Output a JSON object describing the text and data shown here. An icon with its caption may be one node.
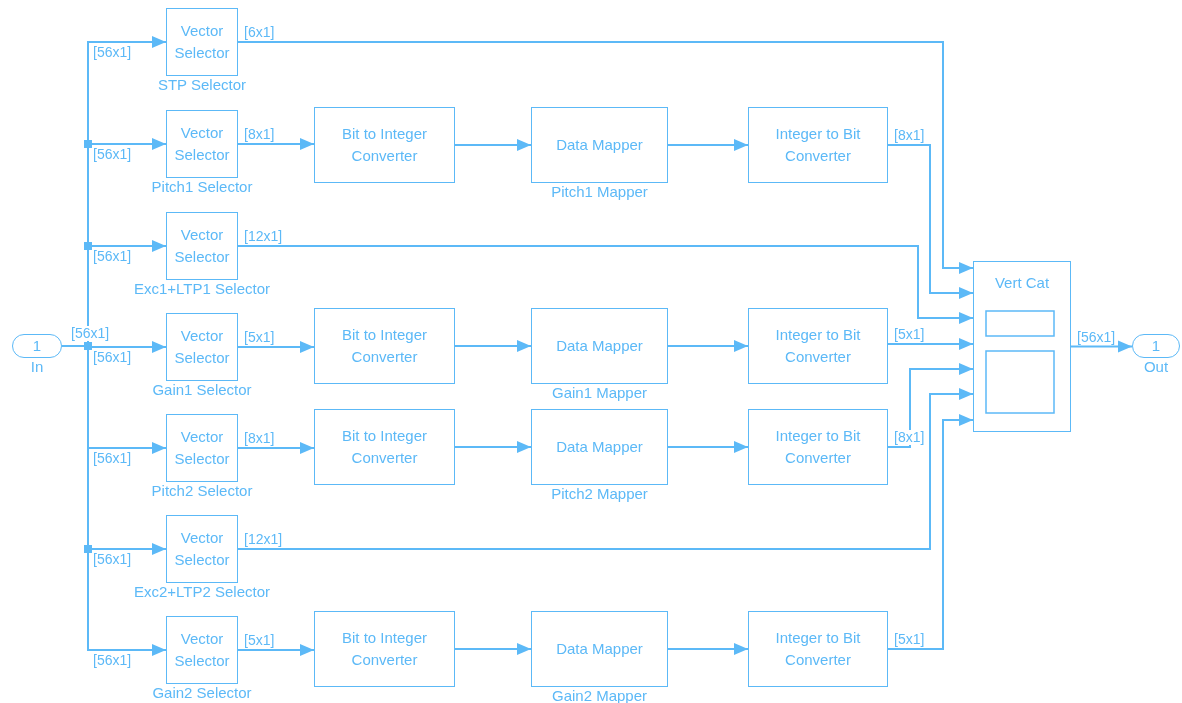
{
  "diagram": {
    "nodes": [
      {
        "text": [
          "1"
        ],
        "beside": [
          "In"
        ]
      },
      {
        "text": [
          "Vector Selector"
        ],
        "beside": [
          "STP Selector"
        ]
      },
      {
        "text": [
          "Vector Selector"
        ],
        "beside": [
          "Pitch1 Selector"
        ]
      },
      {
        "text": [
          "Bit to Integer Converter"
        ]
      },
      {
        "text": [
          "Data Mapper"
        ],
        "beside": [
          "Pitch1 Mapper"
        ]
      },
      {
        "text": [
          "Integer to Bit Converter"
        ]
      },
      {
        "text": [
          "Vector Selector"
        ],
        "beside": [
          "Exc1+LTP1 Selector"
        ]
      },
      {
        "text": [
          "Vector Selector"
        ],
        "beside": [
          "Gain1 Selector"
        ]
      },
      {
        "text": [
          "Bit to Integer Converter"
        ]
      },
      {
        "text": [
          "Data Mapper"
        ],
        "beside": [
          "Gain1 Mapper"
        ]
      },
      {
        "text": [
          "Integer to Bit Converter"
        ]
      },
      {
        "text": [
          "Vector Selector"
        ],
        "beside": [
          "Pitch2 Selector"
        ]
      },
      {
        "text": [
          "Bit to Integer Converter"
        ]
      },
      {
        "text": [
          "Data Mapper"
        ],
        "beside": [
          "Pitch2 Mapper"
        ]
      },
      {
        "text": [
          "Integer to Bit Converter"
        ]
      },
      {
        "text": [
          "Vector Selector"
        ],
        "beside": [
          "Exc2+LTP2 Selector"
        ]
      },
      {
        "text": [
          "Vector Selector"
        ],
        "beside": [
          "Gain2 Selector"
        ]
      },
      {
        "text": [
          "Bit to Integer Converter"
        ]
      },
      {
        "text": [
          "Data Mapper"
        ],
        "beside": [
          "Gain2 Mapper"
        ]
      },
      {
        "text": [
          "Integer to Bit Converter"
        ]
      },
      {
        "text": [
          "Vert Cat"
        ]
      },
      {
        "text": [
          "1"
        ],
        "beside": [
          "Out"
        ]
      }
    ],
    "edges": [
      {
        "from": 0,
        "to": 1,
        "arrow": "to",
        "label": "[56x1]"
      },
      {
        "from": 0,
        "to": 2,
        "arrow": "to",
        "label": "[56x1]"
      },
      {
        "from": 0,
        "to": 6,
        "arrow": "to",
        "label": "[56x1]"
      },
      {
        "from": 0,
        "to": 7,
        "arrow": "to",
        "label": "[56x1]"
      },
      {
        "from": 0,
        "to": 11,
        "arrow": "to",
        "label": "[56x1]"
      },
      {
        "from": 0,
        "to": 15,
        "arrow": "to",
        "label": "[56x1]"
      },
      {
        "from": 0,
        "to": 16,
        "arrow": "to",
        "label": "[56x1]"
      },
      {
        "from": 1,
        "to": 20,
        "arrow": "to",
        "label": "[6x1]"
      },
      {
        "from": 2,
        "to": 3,
        "arrow": "to",
        "label": "[8x1]"
      },
      {
        "from": 3,
        "to": 4,
        "arrow": "to"
      },
      {
        "from": 4,
        "to": 5,
        "arrow": "to"
      },
      {
        "from": 5,
        "to": 20,
        "arrow": "to",
        "label": "[8x1]"
      },
      {
        "from": 6,
        "to": 20,
        "arrow": "to",
        "label": "[12x1]"
      },
      {
        "from": 7,
        "to": 8,
        "arrow": "to",
        "label": "[5x1]"
      },
      {
        "from": 8,
        "to": 9,
        "arrow": "to"
      },
      {
        "from": 9,
        "to": 10,
        "arrow": "to"
      },
      {
        "from": 10,
        "to": 20,
        "arrow": "to",
        "label": "[5x1]"
      },
      {
        "from": 11,
        "to": 12,
        "arrow": "to",
        "label": "[8x1]"
      },
      {
        "from": 12,
        "to": 13,
        "arrow": "to"
      },
      {
        "from": 13,
        "to": 14,
        "arrow": "to"
      },
      {
        "from": 14,
        "to": 20,
        "arrow": "to",
        "label": "[8x1]"
      },
      {
        "from": 15,
        "to": 20,
        "arrow": "to",
        "label": "[12x1]"
      },
      {
        "from": 16,
        "to": 17,
        "arrow": "to",
        "label": "[5x1]"
      },
      {
        "from": 17,
        "to": 18,
        "arrow": "to"
      },
      {
        "from": 18,
        "to": 19,
        "arrow": "to"
      },
      {
        "from": 19,
        "to": 20,
        "arrow": "to",
        "label": "[5x1]"
      },
      {
        "from": 20,
        "to": 21,
        "arrow": "to",
        "label": "[56x1]"
      }
    ],
    "labels": [
      "[56x1]"
    ]
  }
}
